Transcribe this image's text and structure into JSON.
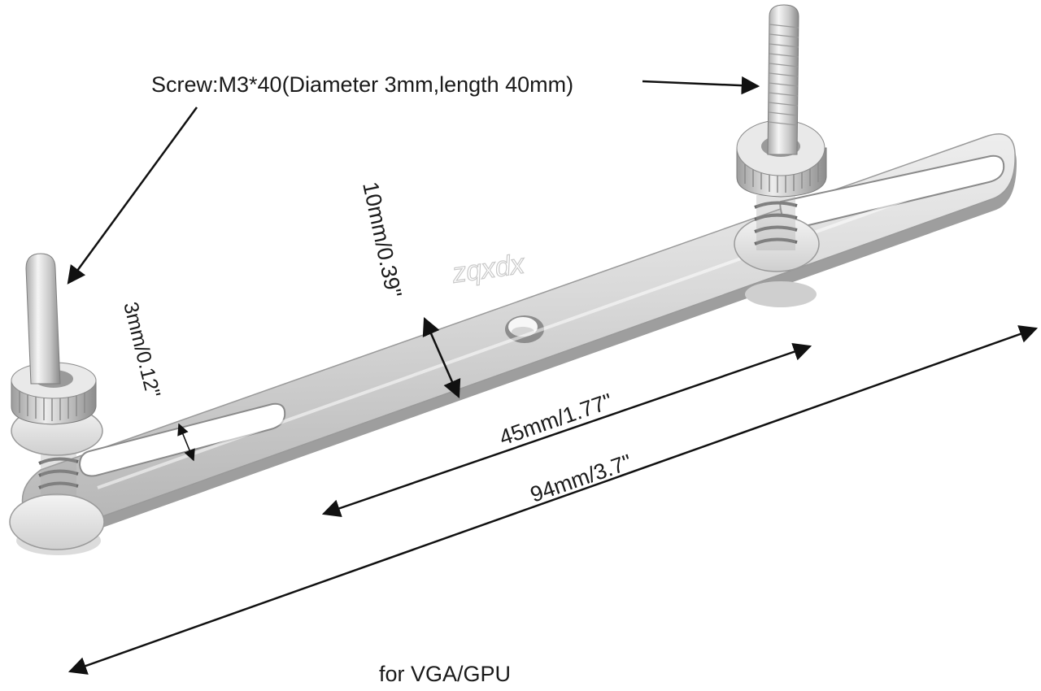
{
  "labels": {
    "screw_spec": "Screw:M3*40(Diameter 3mm,length 40mm)",
    "slot_width": "3mm/0.12\"",
    "bar_width": "10mm/0.39\"",
    "hole_spacing": "45mm/1.77\"",
    "total_length": "94mm/3.7\"",
    "usage": "for VGA/GPU",
    "watermark": "zqxdx"
  },
  "colors": {
    "background": "#ffffff",
    "metal_light": "#e6e6e6",
    "metal_mid": "#c6c6c6",
    "metal_dark": "#8f8f8f",
    "arrow": "#111111"
  }
}
